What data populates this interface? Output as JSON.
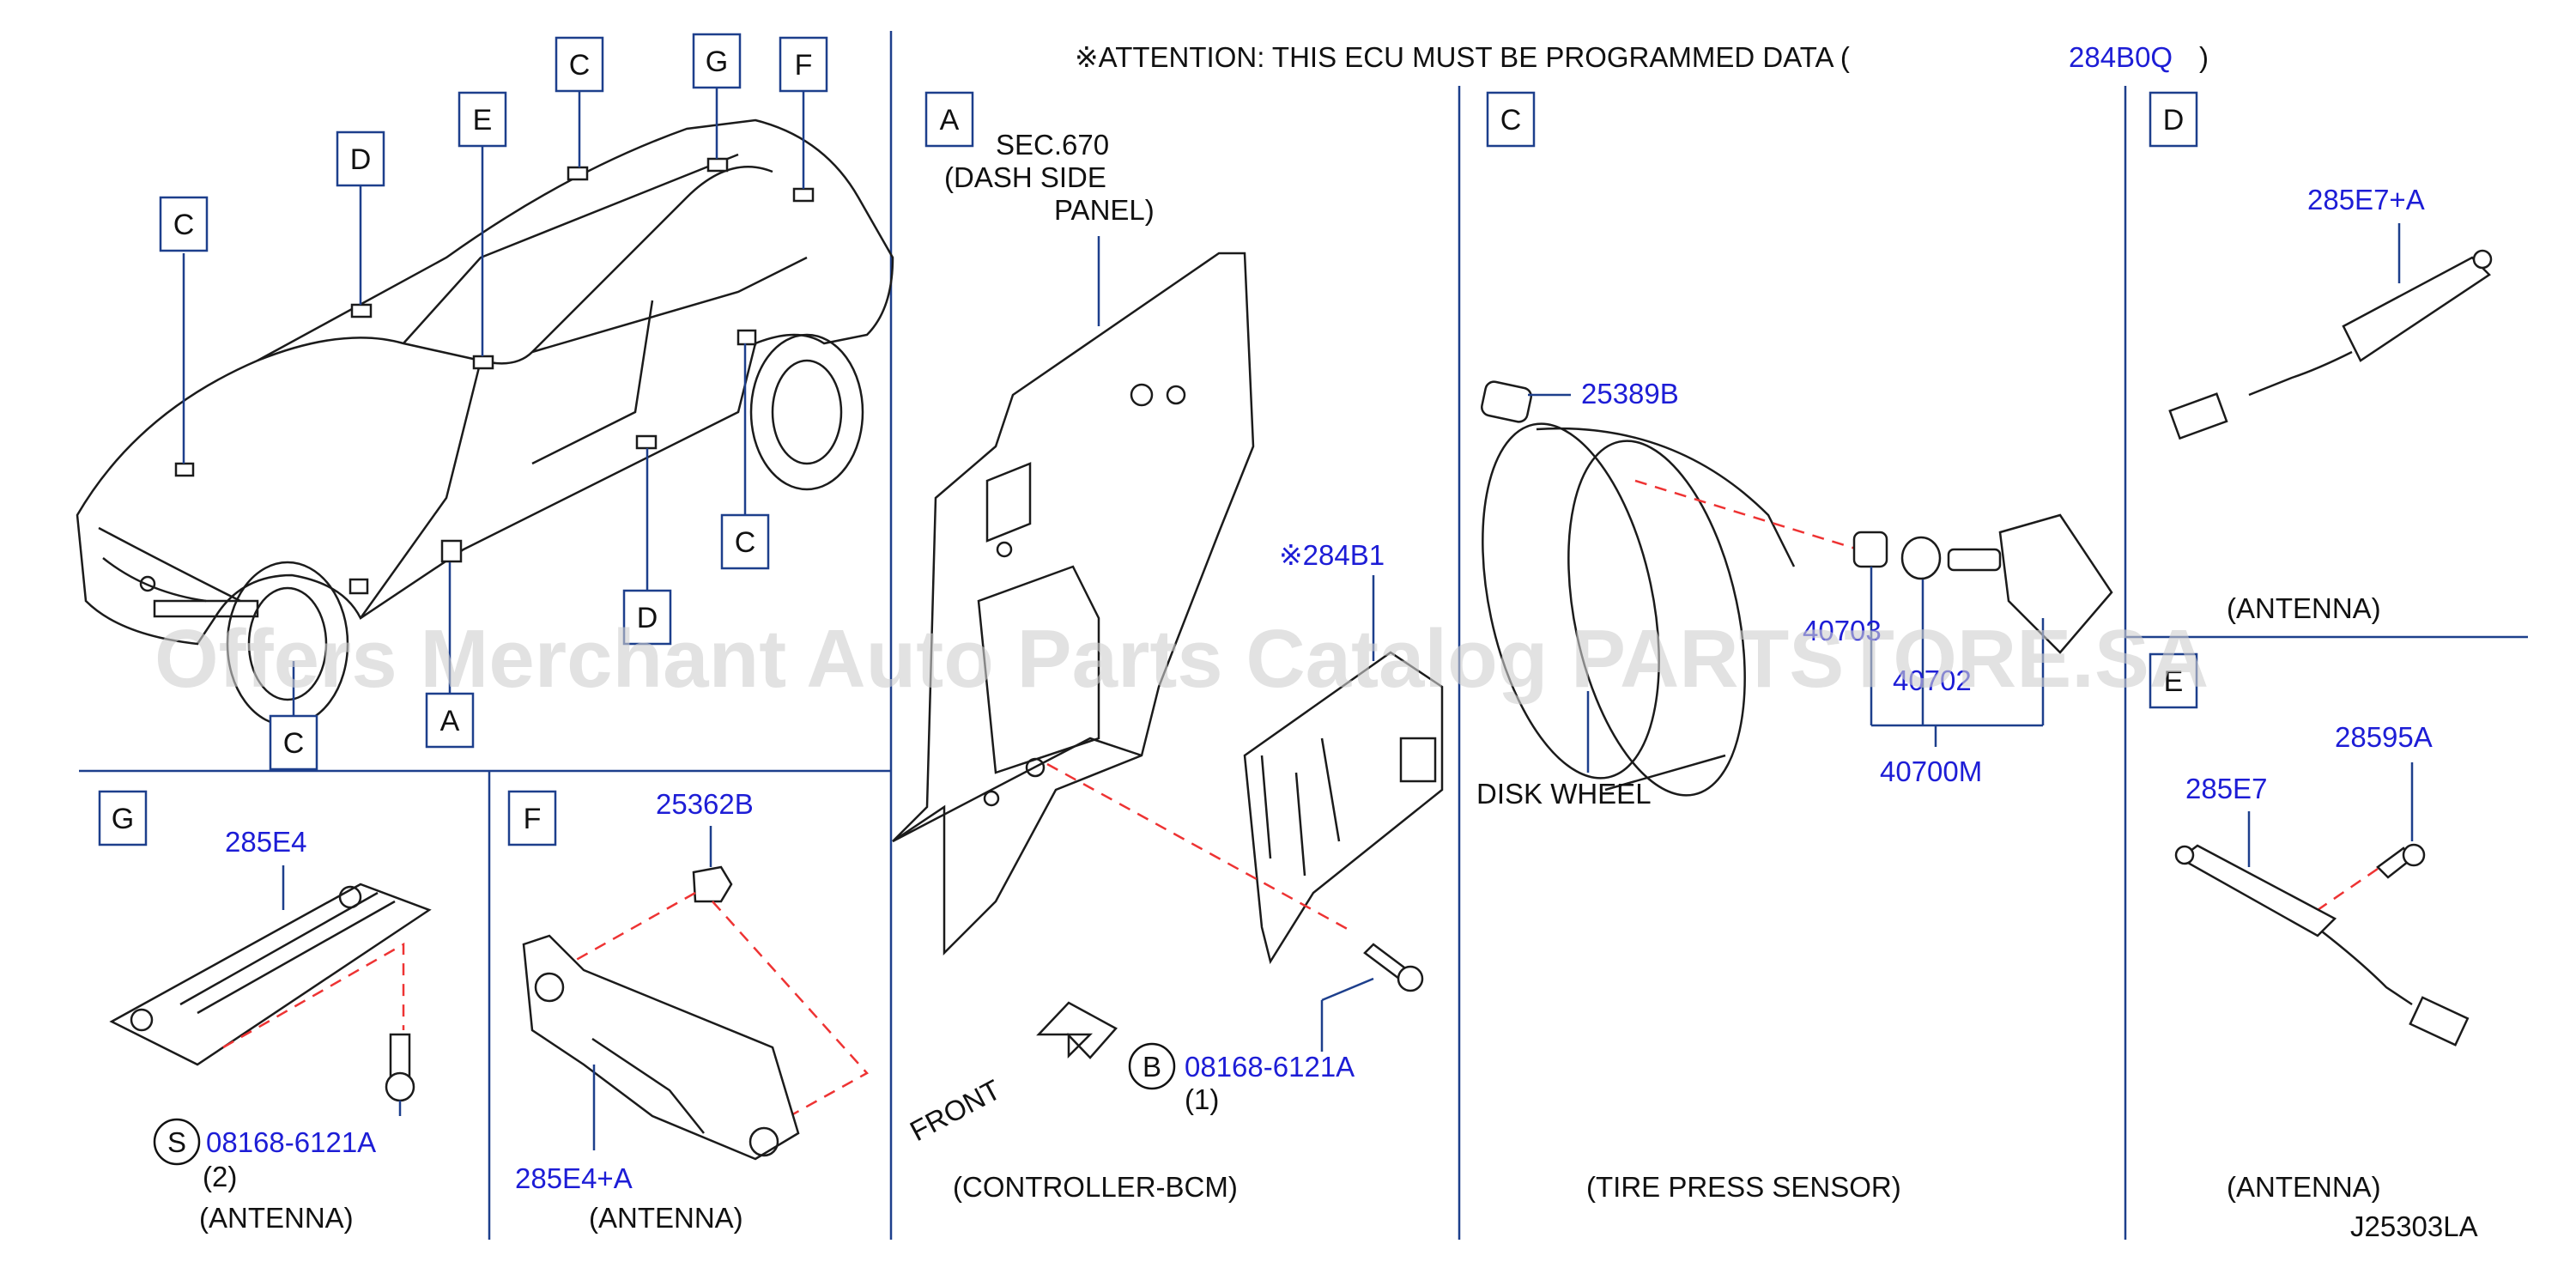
{
  "header": {
    "attention_prefix": "※ATTENTION:  THIS  ECU  MUST  BE  PROGRAMMED  DATA  (",
    "attention_part": "284B0Q",
    "attention_suffix": ")"
  },
  "car_callouts": {
    "c1": "C",
    "d1": "D",
    "e1": "E",
    "c2": "C",
    "g": "G",
    "f": "F",
    "c3": "C",
    "d2": "D",
    "c4": "C",
    "a": "A"
  },
  "section_a": {
    "letter": "A",
    "sec_ref_1": "SEC.670",
    "sec_ref_2": "(DASH  SIDE",
    "sec_ref_3": "PANEL)",
    "part_bcm": "※284B1",
    "circle_b": "B",
    "bolt_part": "08168-6121A",
    "bolt_qty": "(1)",
    "front_label": "FRONT",
    "caption": "(CONTROLLER-BCM)"
  },
  "section_c": {
    "letter": "C",
    "part_cap": "25389B",
    "part_valve_1": "40703",
    "part_valve_2": "40702",
    "part_sensor": "40700M",
    "wheel_label": "DISK  WHEEL",
    "caption": "(TIRE  PRESS  SENSOR)"
  },
  "section_d": {
    "letter": "D",
    "part": "285E7+A",
    "caption": "(ANTENNA)"
  },
  "section_e": {
    "letter": "E",
    "part_bolt": "28595A",
    "part_antenna": "285E7",
    "caption": "(ANTENNA)"
  },
  "section_g": {
    "letter": "G",
    "part": "285E4",
    "circle_s": "S",
    "bolt_part": "08168-6121A",
    "bolt_qty": "(2)",
    "caption": "(ANTENNA)"
  },
  "section_f": {
    "letter": "F",
    "part_nut": "25362B",
    "part_antenna": "285E4+A",
    "caption": "(ANTENNA)"
  },
  "footer": {
    "diagram_code": "J25303LA"
  },
  "watermark": "Offers Merchant Auto Parts Catalog PARTSTORE.SA"
}
